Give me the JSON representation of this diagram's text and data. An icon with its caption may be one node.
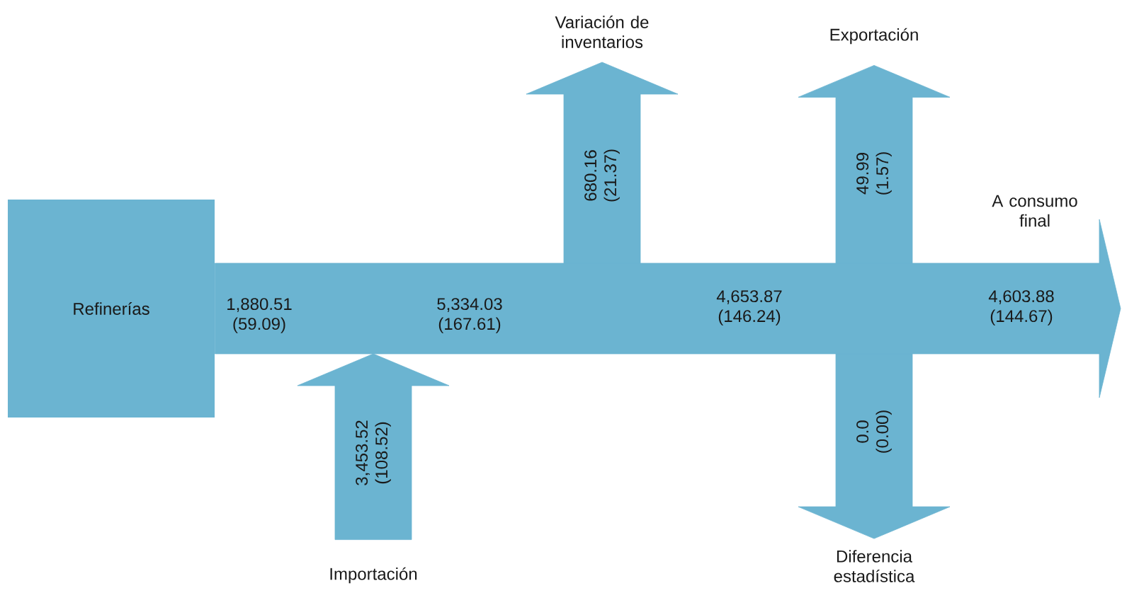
{
  "diagram": {
    "nodes": [
      {
        "text": [
          "Refinerías"
        ]
      },
      {
        "text": [
          "Importación"
        ]
      },
      {
        "text": [
          "Variación de inventarios"
        ]
      },
      {
        "text": [
          "Exportación"
        ]
      },
      {
        "text": [
          "Diferencia estadística"
        ]
      },
      {
        "text": [
          "A consumo final"
        ]
      }
    ],
    "edges": [
      {
        "from": 1,
        "to": null,
        "arrow": "to",
        "label": "3,453.52 (108.52)"
      },
      {
        "from": null,
        "to": 2,
        "arrow": "to",
        "label": "680.16 (21.37)"
      },
      {
        "from": null,
        "to": 3,
        "arrow": "to",
        "label": "49.99 (1.57)"
      },
      {
        "from": null,
        "to": 4,
        "arrow": "to",
        "label": "0.0 (0.00)"
      },
      {
        "from": 0,
        "to": 5,
        "arrow": "to"
      }
    ],
    "labels": [
      "1,880.51 (59.09)",
      "5,334.03 (167.61)",
      "4,653.87 (146.24)",
      "4,603.88 (144.67)"
    ]
  }
}
